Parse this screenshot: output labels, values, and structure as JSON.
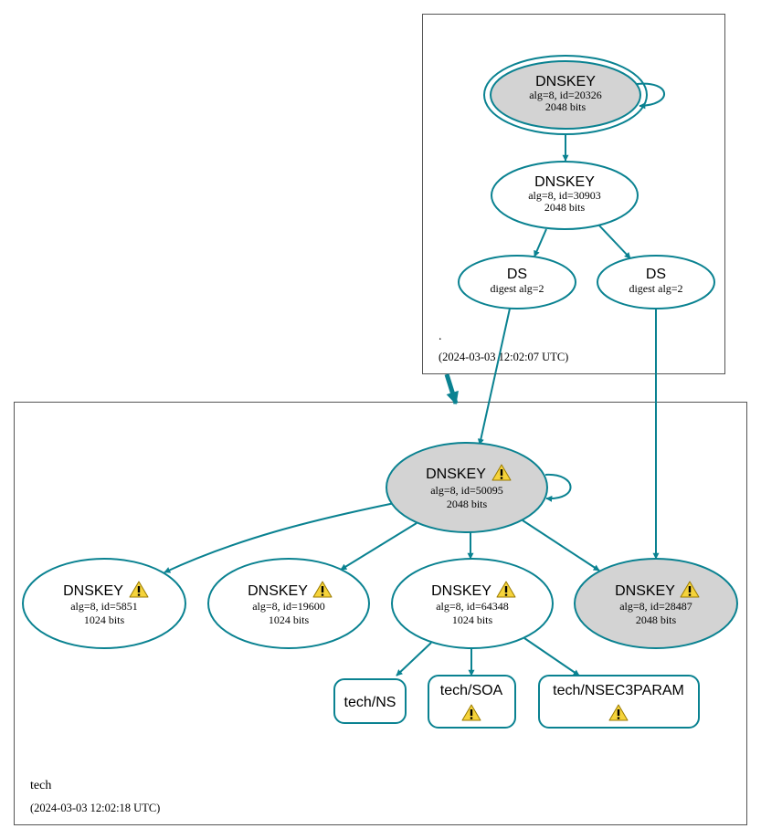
{
  "colors": {
    "edge": "#0a8291",
    "node_stroke": "#0a8291",
    "ksk_fill": "#d3d3d3",
    "node_fill": "#ffffff",
    "zone_border": "#555555",
    "warning_fill": "#f5d33a",
    "warning_stroke": "#9a7a00"
  },
  "zones": {
    "root": {
      "name": ".",
      "timestamp": "(2024-03-03 12:02:07 UTC)"
    },
    "tech": {
      "name": "tech",
      "timestamp": "(2024-03-03 12:02:18 UTC)"
    }
  },
  "nodes": {
    "root_ksk": {
      "title": "DNSKEY",
      "line1": "alg=8, id=20326",
      "line2": "2048 bits"
    },
    "root_zsk": {
      "title": "DNSKEY",
      "line1": "alg=8, id=30903",
      "line2": "2048 bits"
    },
    "ds_a": {
      "title": "DS",
      "line1": "digest alg=2"
    },
    "ds_b": {
      "title": "DS",
      "line1": "digest alg=2"
    },
    "tech_ksk": {
      "title": "DNSKEY",
      "line1": "alg=8, id=50095",
      "line2": "2048 bits",
      "warning": true
    },
    "tech_k5851": {
      "title": "DNSKEY",
      "line1": "alg=8, id=5851",
      "line2": "1024 bits",
      "warning": true
    },
    "tech_k19600": {
      "title": "DNSKEY",
      "line1": "alg=8, id=19600",
      "line2": "1024 bits",
      "warning": true
    },
    "tech_k64348": {
      "title": "DNSKEY",
      "line1": "alg=8, id=64348",
      "line2": "1024 bits",
      "warning": true
    },
    "tech_k28487": {
      "title": "DNSKEY",
      "line1": "alg=8, id=28487",
      "line2": "2048 bits",
      "warning": true
    },
    "rr_ns": {
      "title": "tech/NS"
    },
    "rr_soa": {
      "title": "tech/SOA",
      "warning": true
    },
    "rr_nsec3param": {
      "title": "tech/NSEC3PARAM",
      "warning": true
    }
  },
  "icons": {
    "warning": "warning-icon"
  }
}
